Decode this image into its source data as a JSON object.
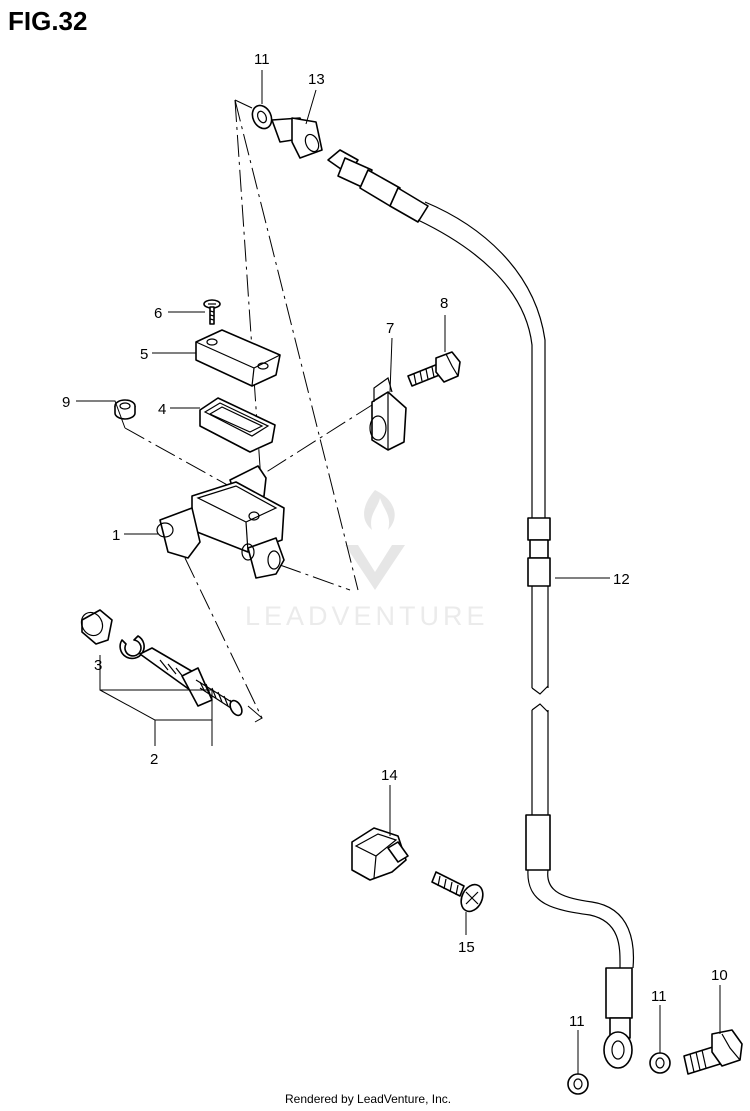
{
  "figure": {
    "title": "FIG.32",
    "footer": "Rendered by LeadVenture, Inc.",
    "watermark": "LEADVENTURE"
  },
  "callouts": [
    {
      "id": "c11a",
      "label": "11"
    },
    {
      "id": "c13",
      "label": "13"
    },
    {
      "id": "c6",
      "label": "6"
    },
    {
      "id": "c8",
      "label": "8"
    },
    {
      "id": "c7",
      "label": "7"
    },
    {
      "id": "c5",
      "label": "5"
    },
    {
      "id": "c9",
      "label": "9"
    },
    {
      "id": "c4",
      "label": "4"
    },
    {
      "id": "c1",
      "label": "1"
    },
    {
      "id": "c12",
      "label": "12"
    },
    {
      "id": "c3",
      "label": "3"
    },
    {
      "id": "c2",
      "label": "2"
    },
    {
      "id": "c14",
      "label": "14"
    },
    {
      "id": "c15",
      "label": "15"
    },
    {
      "id": "c10",
      "label": "10"
    },
    {
      "id": "c11b",
      "label": "11"
    },
    {
      "id": "c11c",
      "label": "11"
    }
  ]
}
